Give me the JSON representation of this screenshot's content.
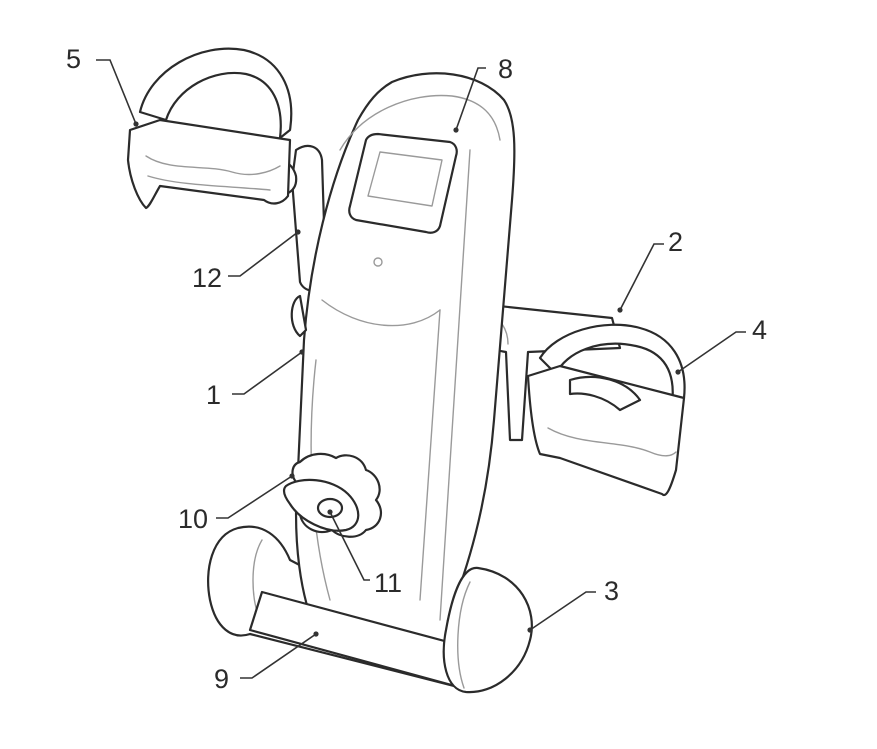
{
  "callouts": [
    {
      "id": "1",
      "label": "1"
    },
    {
      "id": "2",
      "label": "2"
    },
    {
      "id": "3",
      "label": "3"
    },
    {
      "id": "4",
      "label": "4"
    },
    {
      "id": "5",
      "label": "5"
    },
    {
      "id": "8",
      "label": "8"
    },
    {
      "id": "9",
      "label": "9"
    },
    {
      "id": "10",
      "label": "10"
    },
    {
      "id": "11",
      "label": "11"
    },
    {
      "id": "12",
      "label": "12"
    }
  ]
}
